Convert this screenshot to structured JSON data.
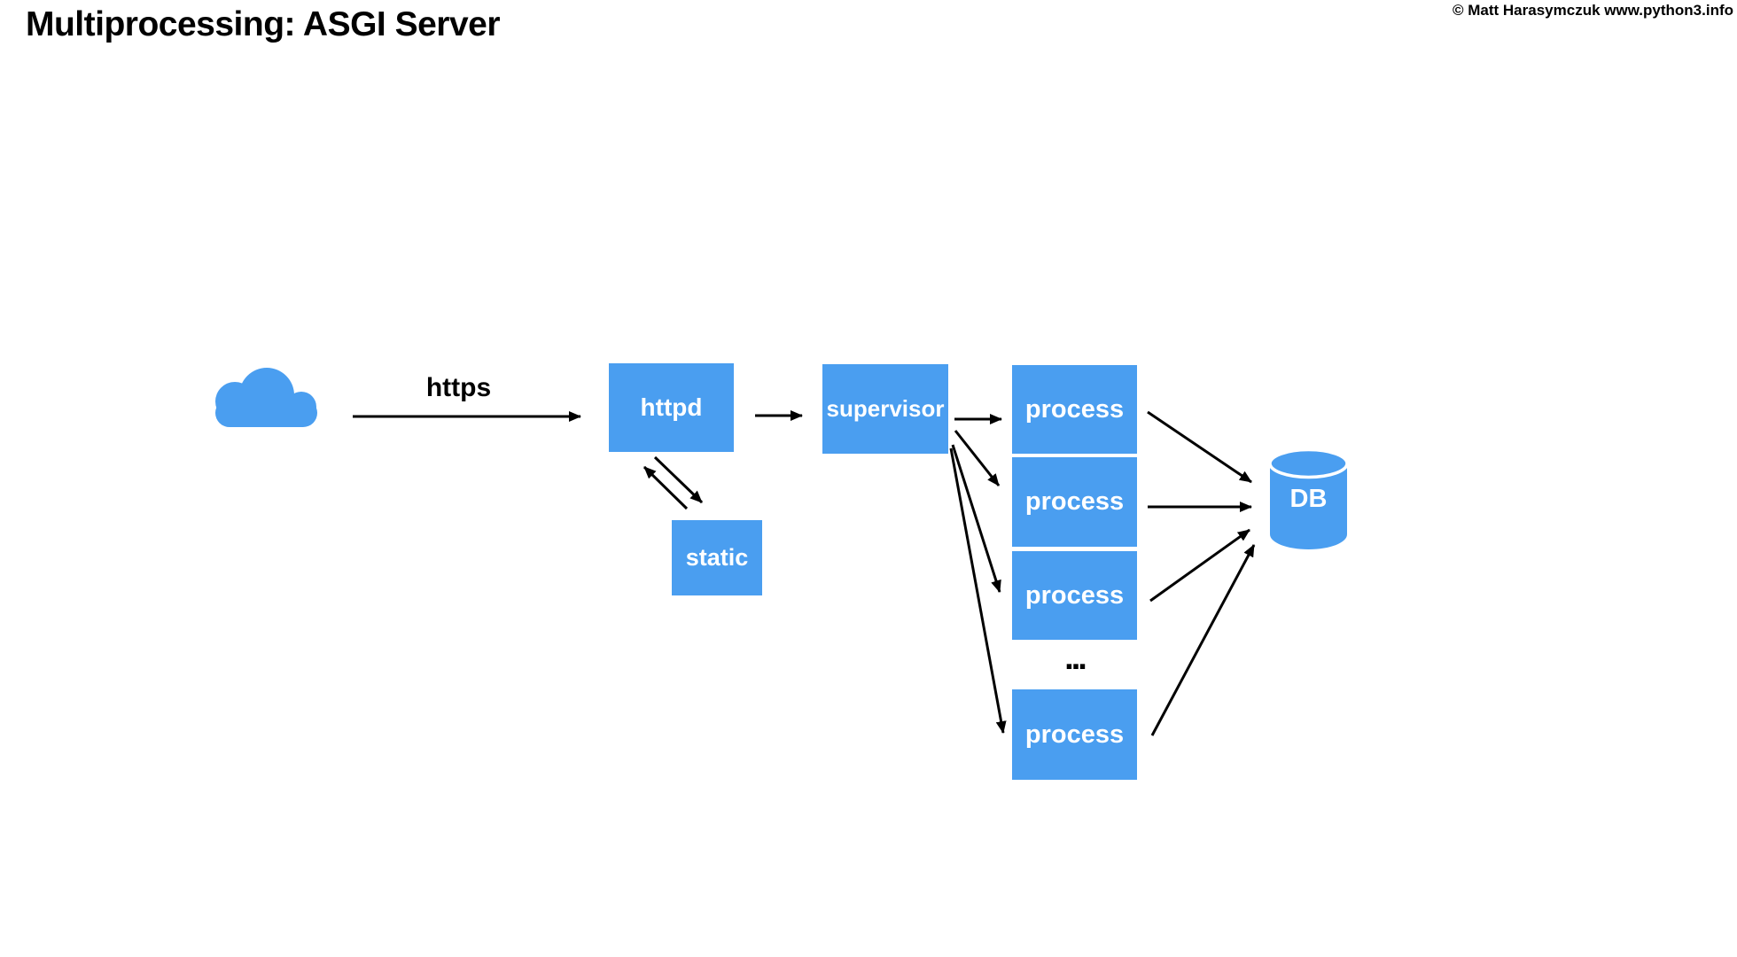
{
  "slide": {
    "title": "Multiprocessing: ASGI Server",
    "copyright": "© Matt Harasymczuk www.python3.info"
  },
  "colors": {
    "background": "#FFFFFF",
    "node_fill": "#4A9EF0",
    "node_text": "#FFFFFF",
    "arrow": "#000000",
    "title_text": "#000000"
  },
  "icons": {
    "cloud": "cloud-icon",
    "db": "database-cylinder-icon"
  },
  "diagram": {
    "https_label": "https",
    "ellipsis": "...",
    "nodes": {
      "httpd": {
        "label": "httpd"
      },
      "static": {
        "label": "static"
      },
      "supervisor": {
        "label": "supervisor"
      },
      "process1": {
        "label": "process"
      },
      "process2": {
        "label": "process"
      },
      "process3": {
        "label": "process"
      },
      "process4": {
        "label": "process"
      },
      "db": {
        "label": "DB"
      }
    }
  }
}
